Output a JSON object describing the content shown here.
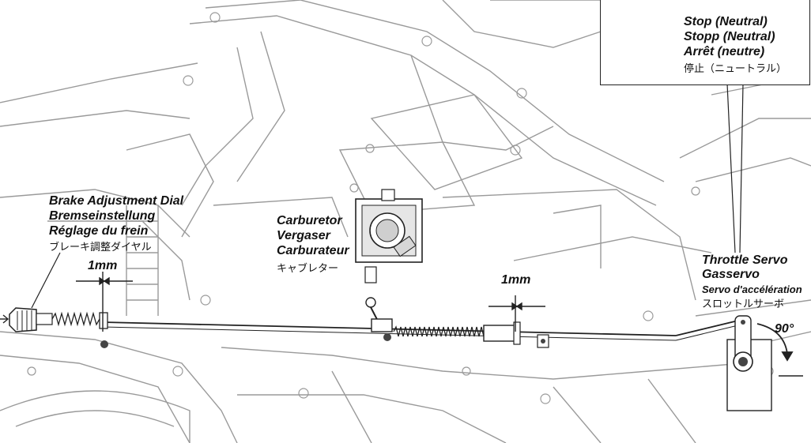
{
  "callout": {
    "lines": [
      "Stop (Neutral)",
      "Stopp (Neutral)",
      "Arrêt (neutre)",
      "停止（ニュートラル）"
    ]
  },
  "brake_dial": {
    "lines": [
      "Brake Adjustment Dial",
      "Bremseinstellung",
      "Réglage du frein",
      "ブレーキ調整ダイヤル"
    ]
  },
  "carburetor": {
    "lines": [
      "Carburetor",
      "Vergaser",
      "Carburateur",
      "キャブレター"
    ]
  },
  "throttle_servo": {
    "lines": [
      "Throttle Servo",
      "Gasservo",
      "Servo d'accélération",
      "スロットルサーボ"
    ]
  },
  "dimensions": {
    "gap_left": "1mm",
    "gap_right": "1mm",
    "angle": "90°"
  },
  "colors": {
    "line": "#222222",
    "ghost": "#9a9a9a"
  }
}
